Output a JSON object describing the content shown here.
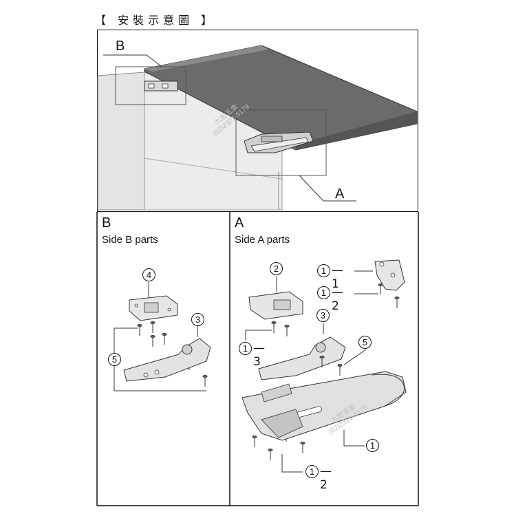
{
  "title": "【 安裝示意圖 】",
  "top_panel": {
    "callout_b": "B",
    "callout_a": "A",
    "watermark_line1": "九宏五金",
    "watermark_line2": "(02)2321-5179"
  },
  "panel_b": {
    "letter": "B",
    "subtitle": "Side B parts",
    "part_4": "4",
    "part_3": "3",
    "part_5": "5"
  },
  "panel_a": {
    "letter": "A",
    "subtitle": "Side A parts",
    "part_2": "2",
    "part_3": "3",
    "part_5": "5",
    "part_1": "1",
    "label_1_1_num": "1",
    "label_1_1_suffix": "—1",
    "label_1_2_num": "1",
    "label_1_2_suffix": "—2",
    "label_1_3_num": "1",
    "label_1_3_suffix": "—3",
    "label_1_2b_num": "1",
    "label_1_2b_suffix": "—2",
    "watermark_line1": "九宏五金",
    "watermark_line2": "(02)2321-5179"
  }
}
